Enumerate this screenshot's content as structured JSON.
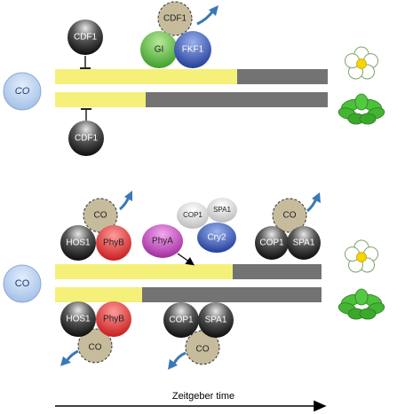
{
  "panel_a": {
    "gene": "CO",
    "top_inhibitor": "CDF1",
    "complex": {
      "left": "GI",
      "right": "FKF1",
      "degraded": "CDF1"
    },
    "bottom_inhibitor": "CDF1"
  },
  "panel_b": {
    "gene": "CO",
    "top_left": {
      "a": "HOS1",
      "b": "PhyB",
      "c": "CO"
    },
    "phya": "PhyA",
    "cop_cry": {
      "cop1": "COP1",
      "spa1": "SPA1",
      "cry2": "Cry2"
    },
    "top_right": {
      "a": "COP1",
      "b": "SPA1",
      "c": "CO"
    },
    "bottom_left": {
      "a": "HOS1",
      "b": "PhyB",
      "c": "CO"
    },
    "bottom_mid": {
      "a": "COP1",
      "b": "SPA1",
      "c": "CO"
    }
  },
  "axis": {
    "label": "Zeitgeber time"
  },
  "colors": {
    "day": "#f5f07a",
    "night": "#737373",
    "co_gene": "#b9d2f0",
    "co_protein": "#c6bc9c",
    "green": "#5fbf3a",
    "blue": "#3f67c4",
    "red": "#e23a3a",
    "magenta": "#c94fc0",
    "arrow_blue": "#3a78b6"
  },
  "icons": [
    "flower-icon",
    "leaf-rosette-icon"
  ]
}
